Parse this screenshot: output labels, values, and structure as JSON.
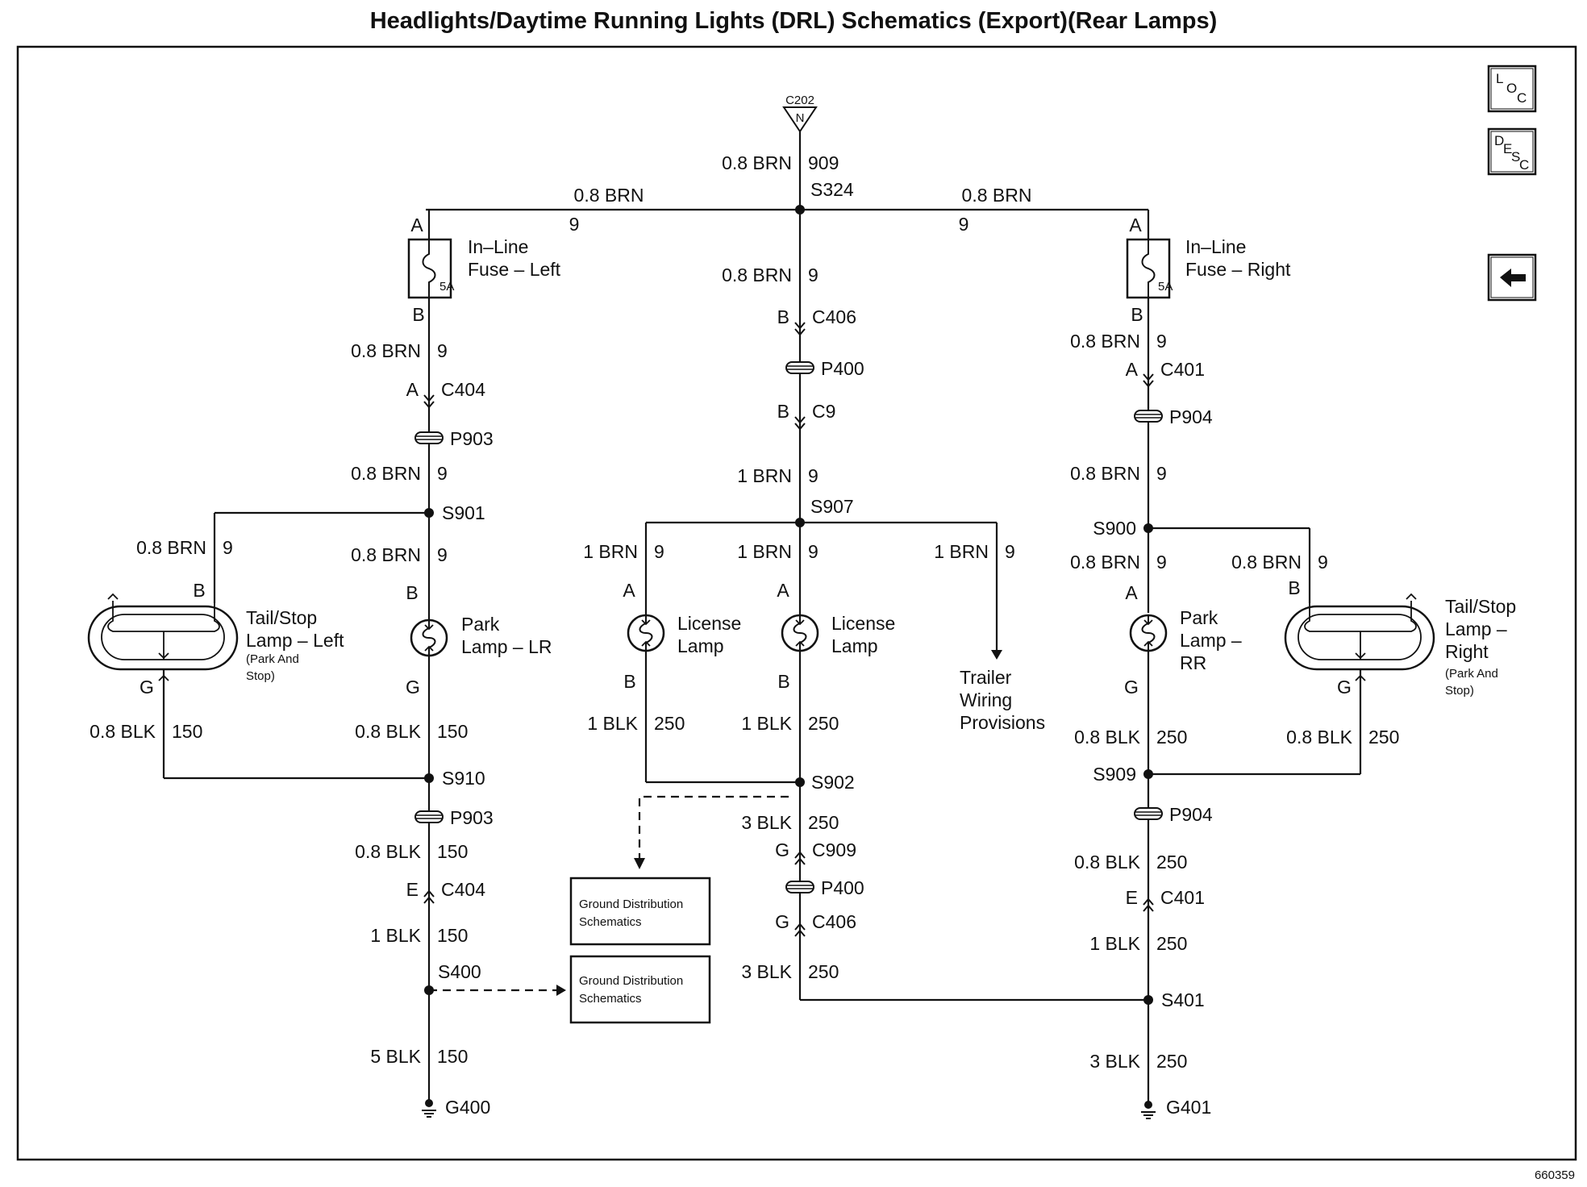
{
  "title": "Headlights/Daytime Running Lights (DRL) Schematics (Export)(Rear Lamps)",
  "doc_id": "660359",
  "nav": {
    "loc": [
      "L",
      "O",
      "C"
    ],
    "desc": [
      "D",
      "E",
      "S",
      "C"
    ],
    "back_arrow": "left-arrow-icon"
  },
  "connector_c202": {
    "name": "C202",
    "pin": "N"
  },
  "center": {
    "top_wire": "0.8 BRN",
    "top_circuit": "909",
    "splice_top": "S324",
    "c406_wire": "0.8 BRN",
    "c406_circuit": "9",
    "c406_pin": "B",
    "c406": "C406",
    "p400": "P400",
    "c9_pin": "B",
    "c9": "C9",
    "s907_wire": "1 BRN",
    "s907_circuit": "9",
    "s907": "S907",
    "branch1_wire": "1 BRN",
    "branch1_circuit": "9",
    "branch2_wire": "1 BRN",
    "branch2_circuit": "9",
    "branch3_wire": "1 BRN",
    "branch3_circuit": "9",
    "lamp1": [
      "License",
      "Lamp"
    ],
    "lamp1_pin_a": "A",
    "lamp1_pin_b": "B",
    "lamp2": [
      "License",
      "Lamp"
    ],
    "lamp2_pin_a": "A",
    "lamp2_pin_b": "B",
    "trailer": [
      "Trailer",
      "Wiring",
      "Provisions"
    ],
    "lamp1_ground_wire": "1 BLK",
    "lamp1_ground_circuit": "250",
    "lamp2_ground_wire": "1 BLK",
    "lamp2_ground_circuit": "250",
    "s902": "S902",
    "s902_wire": "3 BLK",
    "s902_circuit": "250",
    "c909_pin": "G",
    "c909": "C909",
    "p400b": "P400",
    "c406b_pin": "G",
    "c406b": "C406",
    "bottom_wire": "3 BLK",
    "bottom_circuit": "250"
  },
  "left": {
    "feed_wire": "0.8 BRN",
    "feed_circuit": "9",
    "fuse_pin_a": "A",
    "fuse_pin_b": "B",
    "fuse_rating": "5A",
    "fuse_label": [
      "In–Line",
      "Fuse – Left"
    ],
    "after_fuse_wire": "0.8 BRN",
    "after_fuse_circuit": "9",
    "c404_pin": "A",
    "c404": "C404",
    "p903": "P903",
    "s901_wire": "0.8 BRN",
    "s901_circuit": "9",
    "s901": "S901",
    "tail_wire": "0.8 BRN",
    "tail_circuit": "9",
    "tail_pin_b": "B",
    "tail_pin_g": "G",
    "tail_label": [
      "Tail/Stop",
      "Lamp – Left"
    ],
    "tail_sub": [
      "(Park And",
      "Stop)"
    ],
    "park_wire": "0.8 BRN",
    "park_circuit": "9",
    "park_pin_b": "B",
    "park_pin_g": "G",
    "park_label": [
      "Park",
      "Lamp – LR"
    ],
    "tail_ground_wire": "0.8 BLK",
    "tail_ground_circuit": "150",
    "park_ground_wire": "0.8 BLK",
    "park_ground_circuit": "150",
    "s910": "S910",
    "p903b": "P903",
    "s910_wire": "0.8 BLK",
    "s910_circuit": "150",
    "c404b_pin": "E",
    "c404b": "C404",
    "s400_wire": "1 BLK",
    "s400_circuit": "150",
    "s400": "S400",
    "ground_wire": "5 BLK",
    "ground_circuit": "150",
    "ground": "G400"
  },
  "right": {
    "feed_wire": "0.8 BRN",
    "feed_circuit": "9",
    "fuse_pin_a": "A",
    "fuse_pin_b": "B",
    "fuse_rating": "5A",
    "fuse_label": [
      "In–Line",
      "Fuse – Right"
    ],
    "after_fuse_wire": "0.8 BRN",
    "after_fuse_circuit": "9",
    "c401_pin": "A",
    "c401": "C401",
    "p904": "P904",
    "s900_wire": "0.8 BRN",
    "s900_circuit": "9",
    "s900": "S900",
    "park_wire": "0.8 BRN",
    "park_circuit": "9",
    "park_pin_a": "A",
    "park_pin_g": "G",
    "park_label": [
      "Park",
      "Lamp –",
      "RR"
    ],
    "tail_wire": "0.8 BRN",
    "tail_circuit": "9",
    "tail_pin_b": "B",
    "tail_pin_g": "G",
    "tail_label": [
      "Tail/Stop",
      "Lamp –",
      "Right"
    ],
    "tail_sub": [
      "(Park And",
      "Stop)"
    ],
    "park_ground_wire": "0.8 BLK",
    "park_ground_circuit": "250",
    "tail_ground_wire": "0.8 BLK",
    "tail_ground_circuit": "250",
    "s909": "S909",
    "p904b": "P904",
    "s909_wire": "0.8 BLK",
    "s909_circuit": "250",
    "c401b_pin": "E",
    "c401b": "C401",
    "s401_wire": "1 BLK",
    "s401_circuit": "250",
    "s401": "S401",
    "ground_wire": "3 BLK",
    "ground_circuit": "250",
    "ground": "G401"
  },
  "ground_dist": {
    "box1": [
      "Ground Distribution",
      "Schematics"
    ],
    "box2": [
      "Ground Distribution",
      "Schematics"
    ]
  }
}
